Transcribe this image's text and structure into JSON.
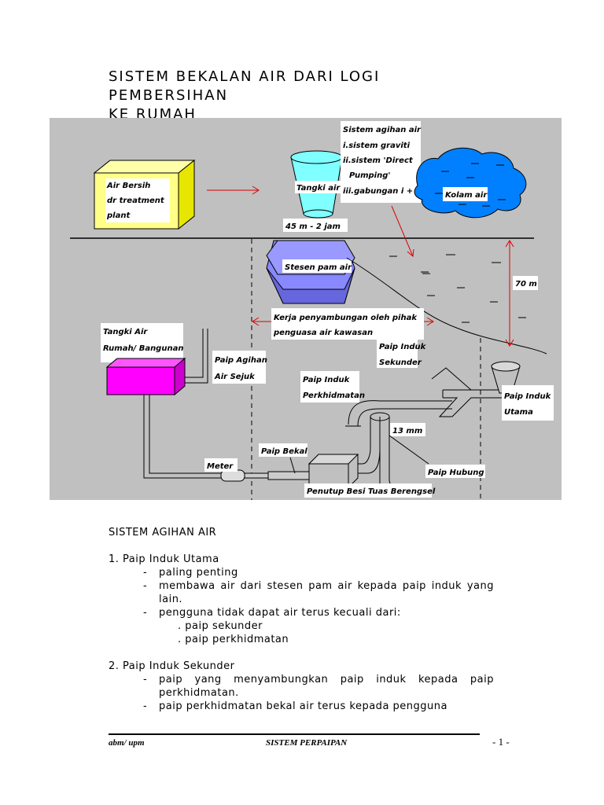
{
  "title_line1": "SISTEM  BEKALAN  AIR  DARI  LOGI  PEMBERSIHAN",
  "title_line2": "KE RUMAH",
  "diagram": {
    "air_bersih": [
      "Air Bersih",
      "dr treatment",
      "plant"
    ],
    "tangki_air": "Tangki air",
    "height_time": "45 m - 2 jam",
    "sistem_agihan": [
      "Sistem agihan air",
      "i.sistem graviti",
      "ii.sistem 'Direct",
      "Pumping'",
      "iii.gabungan i + ii"
    ],
    "kolam_air": "Kolam air",
    "stesen_pam": "Stesen pam air",
    "height_70": "70 m",
    "kerja": [
      "Kerja penyambungan oleh pihak",
      "penguasa air kawasan"
    ],
    "tangki_rumah": [
      "Tangki Air",
      "Rumah/ Bangunan"
    ],
    "paip_agihan": [
      "Paip Agihan",
      "Air Sejuk"
    ],
    "paip_sekunder": [
      "Paip Induk",
      "Sekunder"
    ],
    "paip_perkhidmatan": [
      "Paip Induk",
      "Perkhidmatan"
    ],
    "paip_utama": [
      "Paip Induk",
      "Utama"
    ],
    "size_13": "13 mm",
    "paip_bekal": "Paip Bekal",
    "meter": "Meter",
    "paip_hubung": "Paip Hubung",
    "penutup": "Penutup Besi Tuas Berengsel"
  },
  "section": {
    "heading": "SISTEM AGIHAN AIR",
    "item1": {
      "title": "1. Paip Induk Utama",
      "bullets": [
        "paling penting",
        "membawa air dari stesen pam air kepada paip induk yang lain.",
        "pengguna tidak dapat air terus kecuali dari:"
      ],
      "subs": [
        ". paip sekunder",
        ". paip perkhidmatan"
      ]
    },
    "item2": {
      "title": "2. Paip Induk Sekunder",
      "bullets": [
        "paip yang menyambungkan paip induk kepada paip perkhidmatan.",
        "paip perkhidmatan bekal air terus kepada pengguna"
      ]
    }
  },
  "footer": {
    "left": "abm/ upm",
    "center": "SISTEM PERPAIPAN",
    "page": "- 1 -"
  }
}
